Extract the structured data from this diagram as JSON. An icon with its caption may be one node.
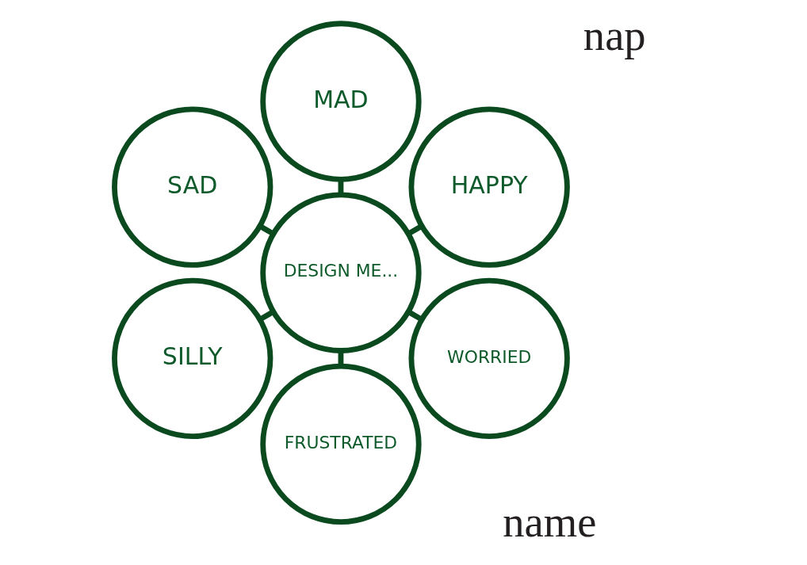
{
  "diagram": {
    "nodes": [
      {
        "text": [
          "DESIGN ME..."
        ]
      },
      {
        "text": [
          "HAPPY"
        ]
      },
      {
        "text": [
          "MAD"
        ]
      },
      {
        "text": [
          "SAD"
        ]
      },
      {
        "text": [
          "SILLY"
        ]
      },
      {
        "text": [
          "FRUSTRATED"
        ]
      },
      {
        "text": [
          "WORRIED"
        ]
      }
    ],
    "edges": [
      {
        "from": 0,
        "to": 1,
        "arrow": "none"
      },
      {
        "from": 0,
        "to": 2,
        "arrow": "none"
      },
      {
        "from": 0,
        "to": 3,
        "arrow": "none"
      },
      {
        "from": 0,
        "to": 4,
        "arrow": "none"
      },
      {
        "from": 0,
        "to": 5,
        "arrow": "none"
      },
      {
        "from": 0,
        "to": 6,
        "arrow": "none"
      }
    ],
    "labels": [
      "nap",
      "name"
    ]
  }
}
